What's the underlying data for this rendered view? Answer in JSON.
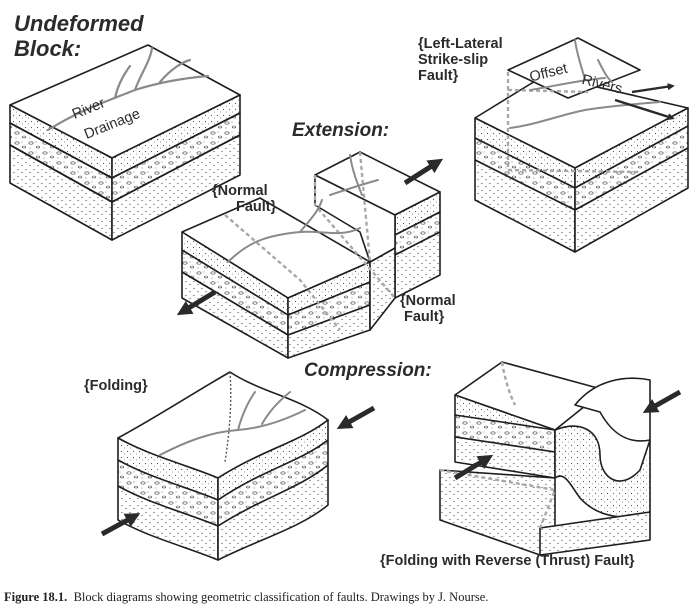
{
  "labels": {
    "undeformed_line1": "Undeformed",
    "undeformed_line2": "Block:",
    "river": "River",
    "drainage": "Drainage",
    "extension": "Extension:",
    "normal_fault_a_line1": "{Normal",
    "normal_fault_a_line2": "Fault}",
    "normal_fault_b_line1": "{Normal",
    "normal_fault_b_line2": "Fault}",
    "left_lateral_line1": "{Left-Lateral",
    "left_lateral_line2": "Strike-slip",
    "left_lateral_line3": "Fault}",
    "offset": "Offset",
    "rivers": "Rivers",
    "compression": "Compression:",
    "folding": "{Folding}",
    "folding_thrust": "{Folding with Reverse (Thrust) Fault}"
  },
  "caption": {
    "number": "Figure 18.1.",
    "text": "Block diagrams showing geometric classification of faults. Drawings by J. Nourse."
  },
  "colors": {
    "ink": "#1f1f1f",
    "river": "#8a8a8a",
    "fault_dashed": "#a8a8a8",
    "arrow": "#2a2a2a"
  }
}
